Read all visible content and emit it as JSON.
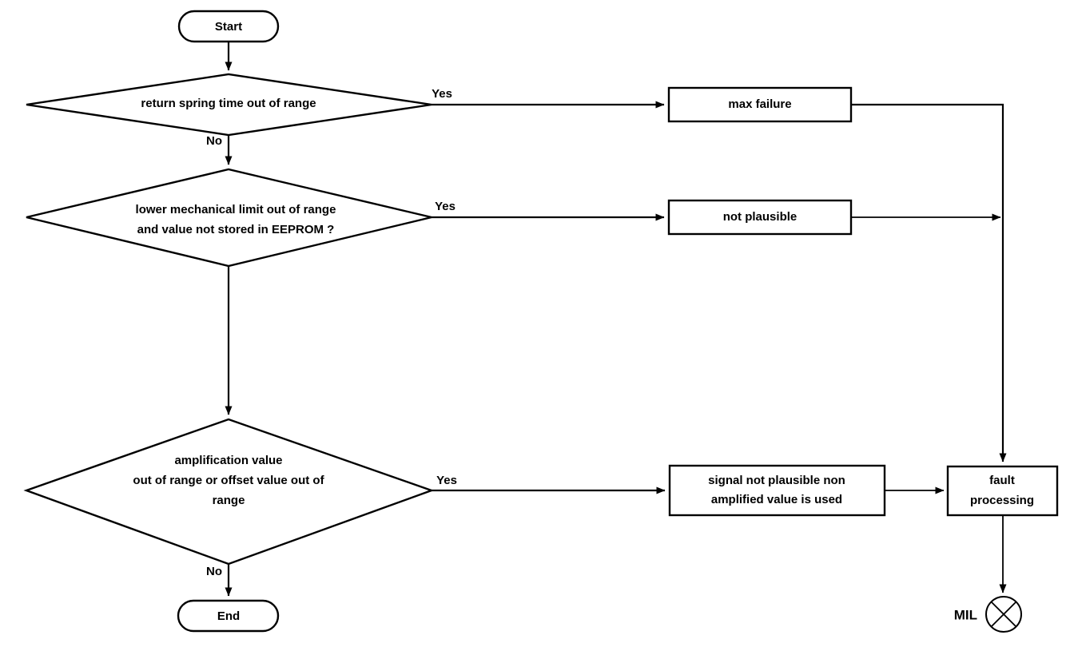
{
  "diagram": {
    "type": "flowchart",
    "title": "",
    "background_color": "#ffffff",
    "line_color": "#000000",
    "text_color": "#000000"
  },
  "nodes": {
    "start": {
      "label": "Start",
      "shape": "stadium"
    },
    "decision1": {
      "label": "return spring time out of range",
      "shape": "diamond"
    },
    "decision2_line1": {
      "label": "lower mechanical limit out of range",
      "shape": "diamond"
    },
    "decision2_line2": {
      "label": "and value not stored in EEPROM ?"
    },
    "decision3_line1": {
      "label": "amplification value",
      "shape": "diamond"
    },
    "decision3_line2": {
      "label": "out of range or offset value out of"
    },
    "decision3_line3": {
      "label": "range"
    },
    "max_failure": {
      "label": "max failure",
      "shape": "rect"
    },
    "not_plausible": {
      "label": "not plausible",
      "shape": "rect"
    },
    "signal_line1": {
      "label": "signal not plausible non",
      "shape": "rect"
    },
    "signal_line2": {
      "label": "amplified value is used"
    },
    "fault_line1": {
      "label": "fault",
      "shape": "rect"
    },
    "fault_line2": {
      "label": "processing"
    },
    "end": {
      "label": "End",
      "shape": "stadium"
    },
    "mil": {
      "label": "MIL",
      "shape": "circle-cross"
    }
  },
  "edges": {
    "start_to_d1": {
      "label": ""
    },
    "d1_yes": {
      "label": "Yes"
    },
    "d1_no": {
      "label": "No"
    },
    "d2_yes": {
      "label": "Yes"
    },
    "d2_no": {
      "label": ""
    },
    "d3_yes": {
      "label": "Yes"
    },
    "d3_no": {
      "label": "No"
    },
    "maxfailure_to_fault": {
      "label": ""
    },
    "notplausible_to_bus": {
      "label": ""
    },
    "signal_to_fault": {
      "label": ""
    },
    "fault_to_mil": {
      "label": ""
    }
  }
}
